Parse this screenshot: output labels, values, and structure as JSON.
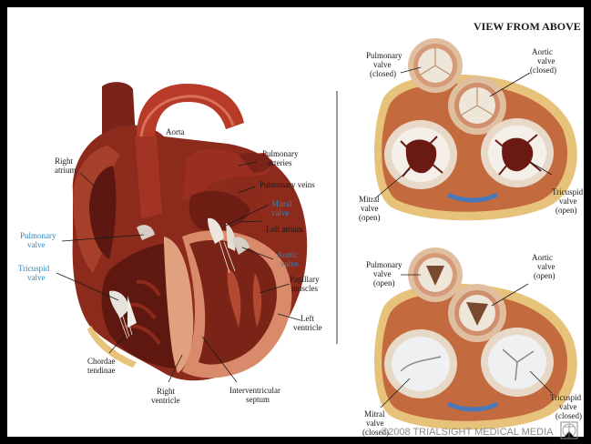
{
  "header": "VIEW FROM ABOVE",
  "watermark": "©2008 TRIALSIGHT MEDICAL MEDIA",
  "heart_labels": {
    "aorta": "Aorta",
    "right_atrium": [
      "Right",
      "atrium"
    ],
    "pulmonary_arteries": [
      "Pulmonary",
      "arteries"
    ],
    "pulmonary_veins": "Pulmonary veins",
    "mitral_valve": [
      "Mitral",
      "valve"
    ],
    "left_atrium": "Left atrium",
    "pulmonary_valve": [
      "Pulmonary",
      "valve"
    ],
    "aortic_valve": [
      "Aortic",
      "valve"
    ],
    "tricuspid_valve": [
      "Tricuspid",
      "valve"
    ],
    "papillary_muscles": [
      "Papillary",
      "muscles"
    ],
    "left_ventricle": [
      "Left",
      "ventricle"
    ],
    "chordae_tendinae": [
      "Chordae",
      "tendinae"
    ],
    "right_ventricle": [
      "Right",
      "ventricle"
    ],
    "interventricular_septum": [
      "Interventricular",
      "septum"
    ]
  },
  "top_view_closed": {
    "pulmonary": [
      "Pulmonary",
      "valve",
      "(closed)"
    ],
    "aortic": [
      "Aortic",
      "valve",
      "(closed)"
    ],
    "mitral": [
      "Mitral",
      "valve",
      "(open)"
    ],
    "tricuspid": [
      "Tricuspid",
      "valve",
      "(open)"
    ]
  },
  "top_view_open": {
    "pulmonary": [
      "Pulmonary",
      "valve",
      "(open)"
    ],
    "aortic": [
      "Aortic",
      "valve",
      "(open)"
    ],
    "mitral": [
      "Mitral",
      "valve",
      "(closed)"
    ],
    "tricuspid": [
      "Tricuspid",
      "valve",
      "(closed)"
    ]
  },
  "colors": {
    "muscle": "#8c2a1c",
    "muscle_light": "#c6543b",
    "fat": "#e7c27a",
    "label_blue": "#2f87b8",
    "valve_ring": "#f0d9c4"
  }
}
